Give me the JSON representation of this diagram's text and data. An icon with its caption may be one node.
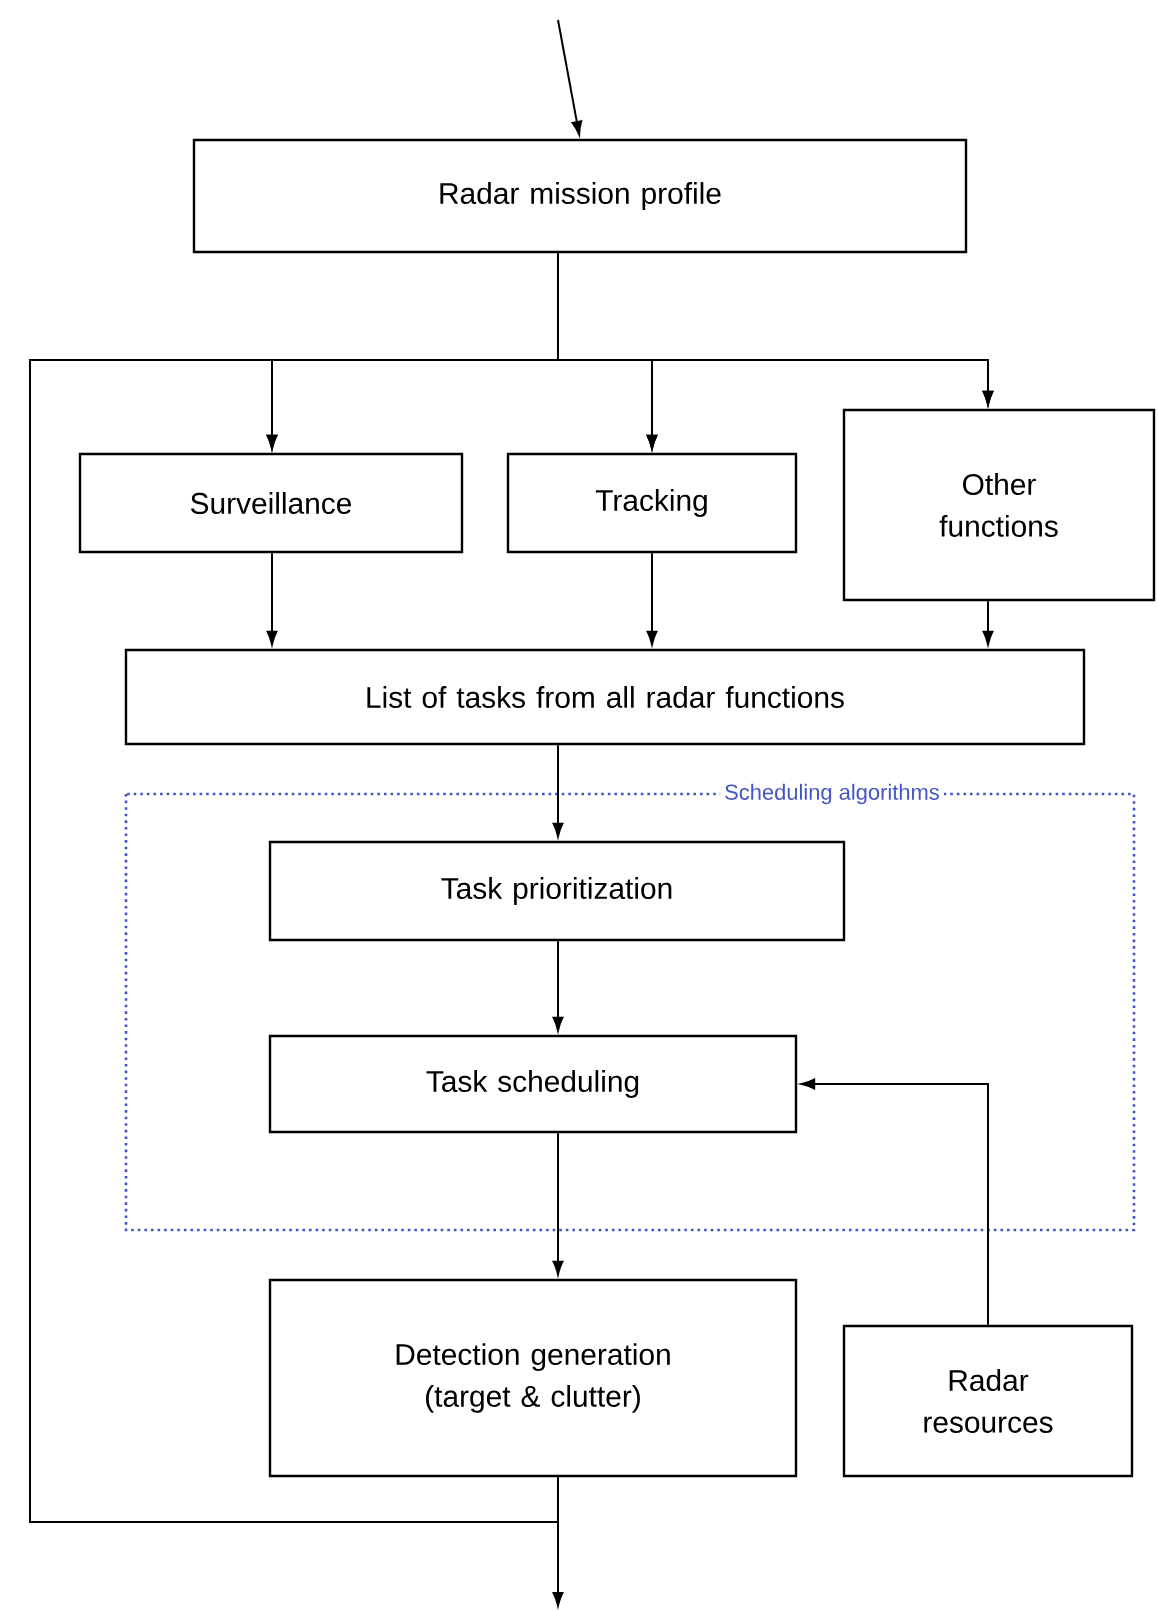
{
  "diagram": {
    "nodes": [
      {
        "text": [
          "Radar mission profile"
        ]
      },
      {
        "text": [
          "Surveillance"
        ]
      },
      {
        "text": [
          "Tracking"
        ]
      },
      {
        "text": [
          "Other functions"
        ]
      },
      {
        "text": [
          "List of tasks from all radar functions"
        ]
      },
      {
        "text": [
          "Scheduling algorithms"
        ]
      },
      {
        "text": [
          "Task prioritization"
        ],
        "in": 5
      },
      {
        "text": [
          "Task scheduling"
        ],
        "in": 5
      },
      {
        "text": [
          "Detection generation (target & clutter)"
        ]
      },
      {
        "text": [
          "Radar resources"
        ]
      }
    ],
    "edges": [
      {
        "from": null,
        "to": 0,
        "arrow": "to"
      },
      {
        "from": 0,
        "to": 1,
        "arrow": "to"
      },
      {
        "from": 0,
        "to": 2,
        "arrow": "to"
      },
      {
        "from": 0,
        "to": 3,
        "arrow": "to"
      },
      {
        "from": 1,
        "to": 4,
        "arrow": "to"
      },
      {
        "from": 2,
        "to": 4,
        "arrow": "to"
      },
      {
        "from": 3,
        "to": 4,
        "arrow": "to"
      },
      {
        "from": 4,
        "to": 6,
        "arrow": "to"
      },
      {
        "from": 6,
        "to": 7,
        "arrow": "to"
      },
      {
        "from": 9,
        "to": 7,
        "arrow": "to"
      },
      {
        "from": 7,
        "to": 8,
        "arrow": "to"
      },
      {
        "from": 8,
        "to": null,
        "arrow": "to"
      },
      {
        "from": 8,
        "to": 1,
        "arrow": "to"
      },
      {
        "from": 8,
        "to": 2,
        "arrow": "to"
      },
      {
        "from": 8,
        "to": 3,
        "arrow": "to"
      }
    ]
  }
}
